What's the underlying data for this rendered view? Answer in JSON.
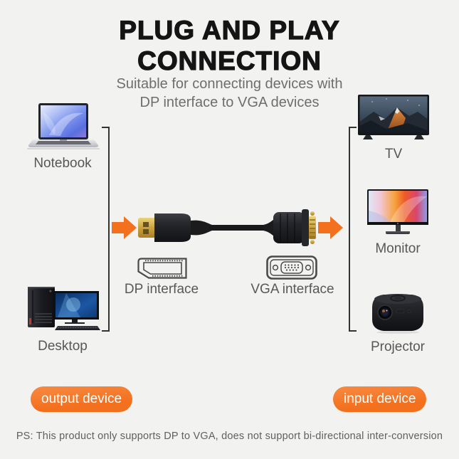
{
  "header": {
    "title_line1": "PLUG AND PLAY",
    "title_line2": "CONNECTION",
    "subtitle_line1": "Suitable for connecting devices with",
    "subtitle_line2": "DP interface to VGA devices"
  },
  "devices": {
    "output": [
      {
        "label": "Notebook"
      },
      {
        "label": "Desktop"
      }
    ],
    "input": [
      {
        "label": "TV"
      },
      {
        "label": "Monitor"
      },
      {
        "label": "Projector"
      }
    ]
  },
  "connectors": {
    "dp_label": "DP interface",
    "vga_label": "VGA interface"
  },
  "badges": {
    "output": "output device",
    "input": "input device"
  },
  "footnote": "PS: This product only supports DP to VGA, does not support bi-directional inter-conversion",
  "colors": {
    "accent_orange": "#F3701E",
    "background": "#F2F2F1",
    "title_text": "#141414",
    "muted_text": "#6E6E6E",
    "label_text": "#575757",
    "bracket_line": "#333333"
  }
}
